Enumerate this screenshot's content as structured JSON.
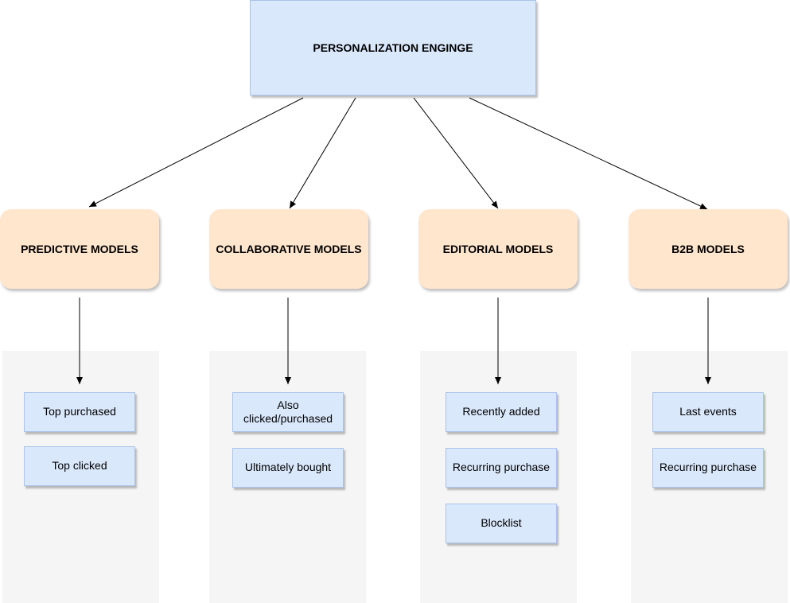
{
  "root": {
    "label": "PERSONALIZATION ENGINGE"
  },
  "categories": [
    {
      "label": "PREDICTIVE MODELS",
      "items": [
        "Top purchased",
        "Top clicked"
      ]
    },
    {
      "label": "COLLABORATIVE MODELS",
      "items": [
        "Also clicked/purchased",
        "Ultimately bought"
      ]
    },
    {
      "label": "EDITORIAL MODELS",
      "items": [
        "Recently added",
        "Recurring purchase",
        "Blocklist"
      ]
    },
    {
      "label": "B2B MODELS",
      "items": [
        "Last events",
        "Recurring purchase"
      ]
    }
  ],
  "colors": {
    "root_fill": "#dae8fc",
    "category_fill": "#ffe6cc",
    "item_fill": "#dae8fc",
    "panel_fill": "#f5f5f5"
  }
}
